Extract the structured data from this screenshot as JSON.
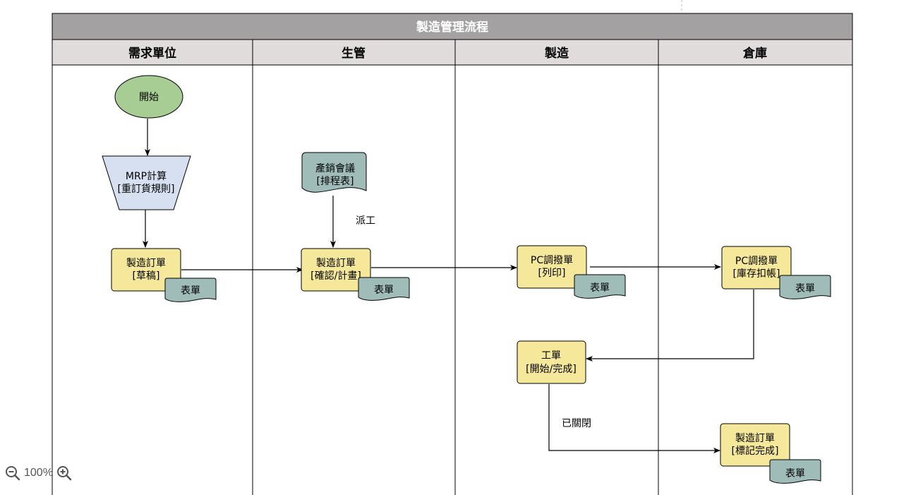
{
  "pool": {
    "title": "製造管理流程",
    "lanes": [
      "需求單位",
      "生管",
      "製造",
      "倉庫"
    ]
  },
  "nodes": {
    "start": "開始",
    "mrp": [
      "MRP計算",
      "[重訂貨規則]"
    ],
    "meeting": [
      "產銷會議",
      "[排程表]"
    ],
    "mo_draft": [
      "製造訂單",
      "[草稿]"
    ],
    "mo_confirm": [
      "製造訂單",
      "[確認/計畫]"
    ],
    "pc_print": [
      "PC調撥單",
      "[列印]"
    ],
    "pc_stock": [
      "PC調撥單",
      "[庫存扣帳]"
    ],
    "work_order": [
      "工單",
      "[開始/完成]"
    ],
    "mo_done": [
      "製造訂單",
      "[標記完成]"
    ],
    "doc_label": "表單"
  },
  "edge_labels": {
    "dispatch": "派工",
    "closed": "已關閉"
  },
  "colors": {
    "header": "#a3a1a1",
    "lane_header": "#e0dcdc",
    "start": "#a8cd94",
    "mrp": "#d6e0f1",
    "task": "#f5e89a",
    "document": "#9fbcb8"
  },
  "zoom": {
    "level": "100%",
    "zoom_out_icon": "zoom-out-icon",
    "zoom_in_icon": "zoom-in-icon"
  }
}
